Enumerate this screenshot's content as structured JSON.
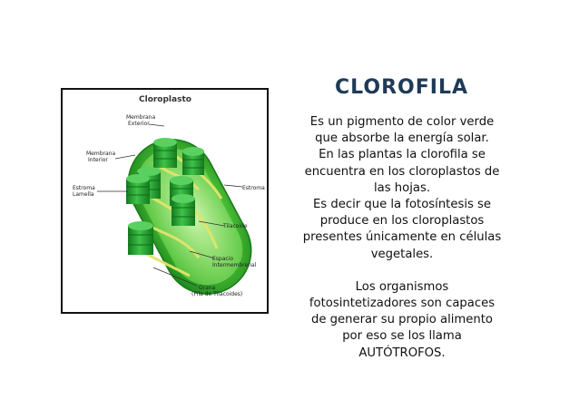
{
  "slide": {
    "title": "CLOROFILA",
    "paragraph1": "Es un pigmento de color verde\nque absorbe la energía solar.\nEn las plantas la clorofila se\nencuentra en los cloroplastos de\nlas hojas.\nEs decir que la fotosíntesis se\nproduce en los cloroplastos\npresentes únicamente en células\nvegetales.",
    "paragraph2": "Los organismos\nfotosintetizadores son capaces\nde generar su propio alimento\npor eso se los llama\nAUTÓTROFOS."
  },
  "diagram": {
    "title": "Cloroplasto",
    "labels": {
      "membrana_exterior_1": "Membrana",
      "membrana_exterior_2": "Exterior",
      "membrana_interior_1": "Membrana",
      "membrana_interior_2": "Interior",
      "estroma_lamelle_1": "Estroma",
      "estroma_lamelle_2": "Lamella",
      "estroma": "Estroma",
      "tilacoide": "Tilacoide",
      "espacio_1": "Espacio",
      "espacio_2": "Intermembrenal",
      "grana_1": "Grana",
      "grana_2": "(Pila de Tilacoides)"
    },
    "colors": {
      "outer_green": "#3fae2f",
      "inner_green": "#79d65a",
      "stack_green": "#1f9a2a",
      "lamella_yellow": "#e7e96a"
    }
  }
}
